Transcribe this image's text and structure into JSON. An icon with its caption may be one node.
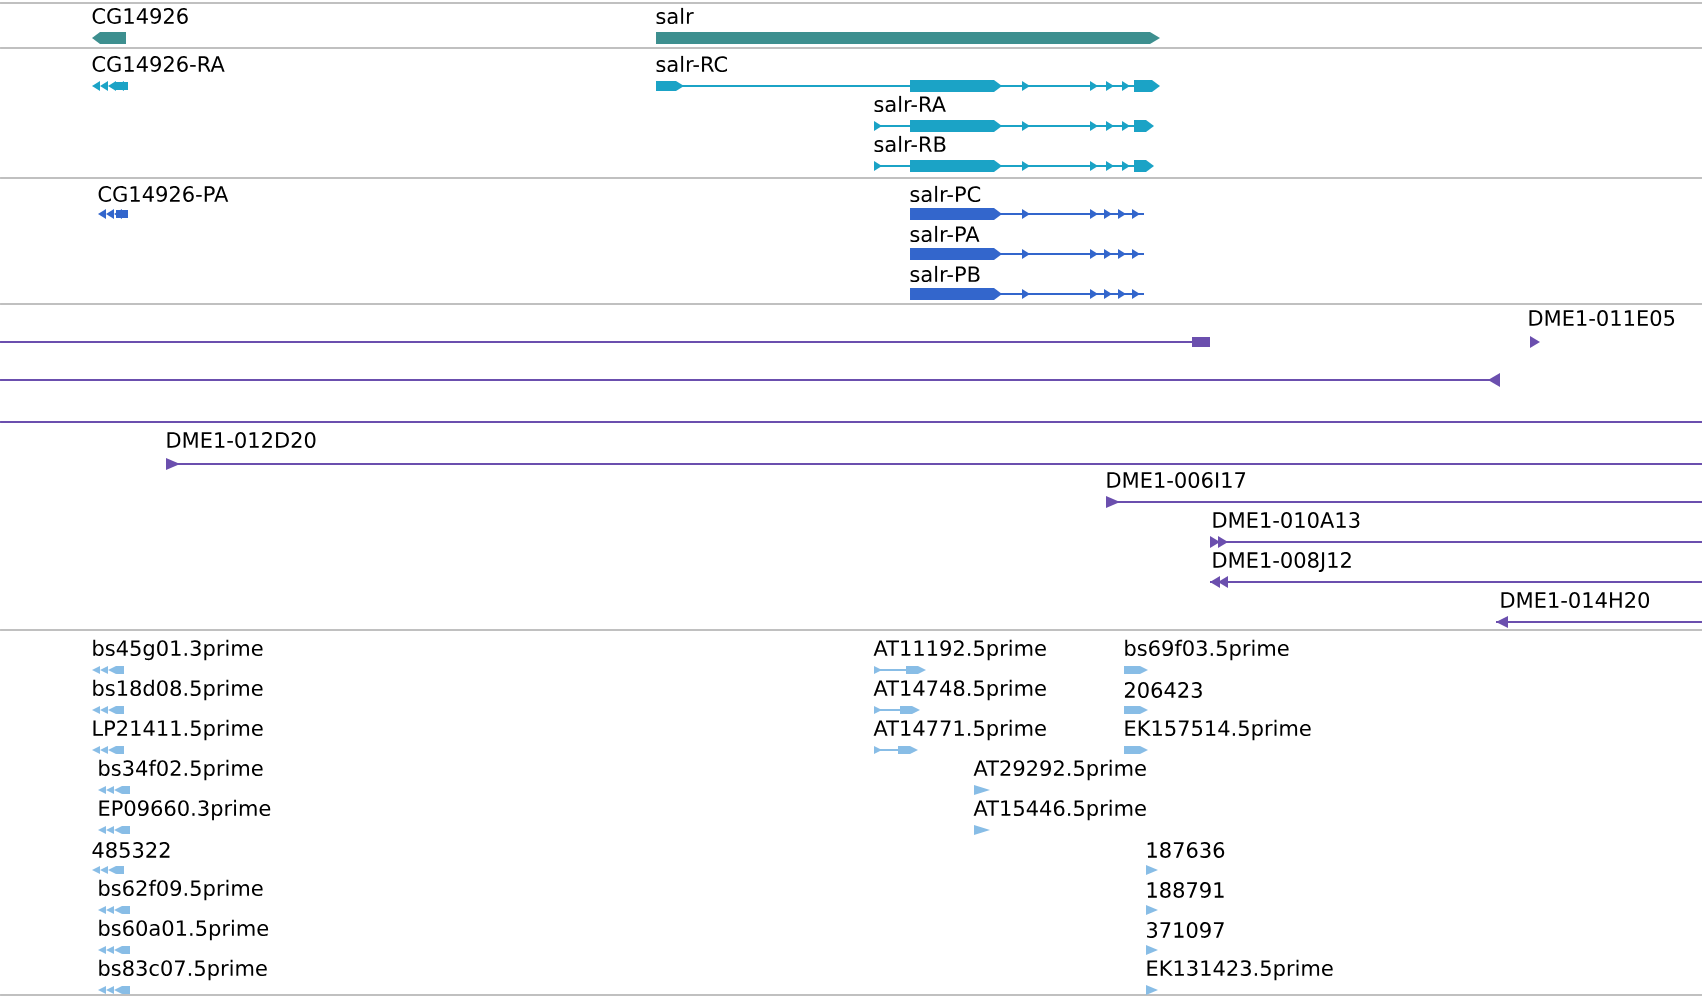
{
  "diagram": {
    "labels": [
      "CG14926",
      "salr",
      "CG14926-RA",
      "salr-RC",
      "salr-RA",
      "salr-RB",
      "CG14926-PA",
      "salr-PC",
      "salr-PA",
      "salr-PB",
      "DME1-011E05",
      "DME1-012D20",
      "DME1-006I17",
      "DME1-010A13",
      "DME1-008J12",
      "DME1-014H20",
      "bs45g01.3prime",
      "AT11192.5prime",
      "bs69f03.5prime",
      "bs18d08.5prime",
      "AT14748.5prime",
      "206423",
      "LP21411.5prime",
      "AT14771.5prime",
      "EK157514.5prime",
      "bs34f02.5prime",
      "AT29292.5prime",
      "EP09660.3prime",
      "AT15446.5prime",
      "485322",
      "187636",
      "bs62f09.5prime",
      "188791",
      "bs60a01.5prime",
      "371097",
      "bs83c07.5prime",
      "EK131423.5prime"
    ]
  }
}
